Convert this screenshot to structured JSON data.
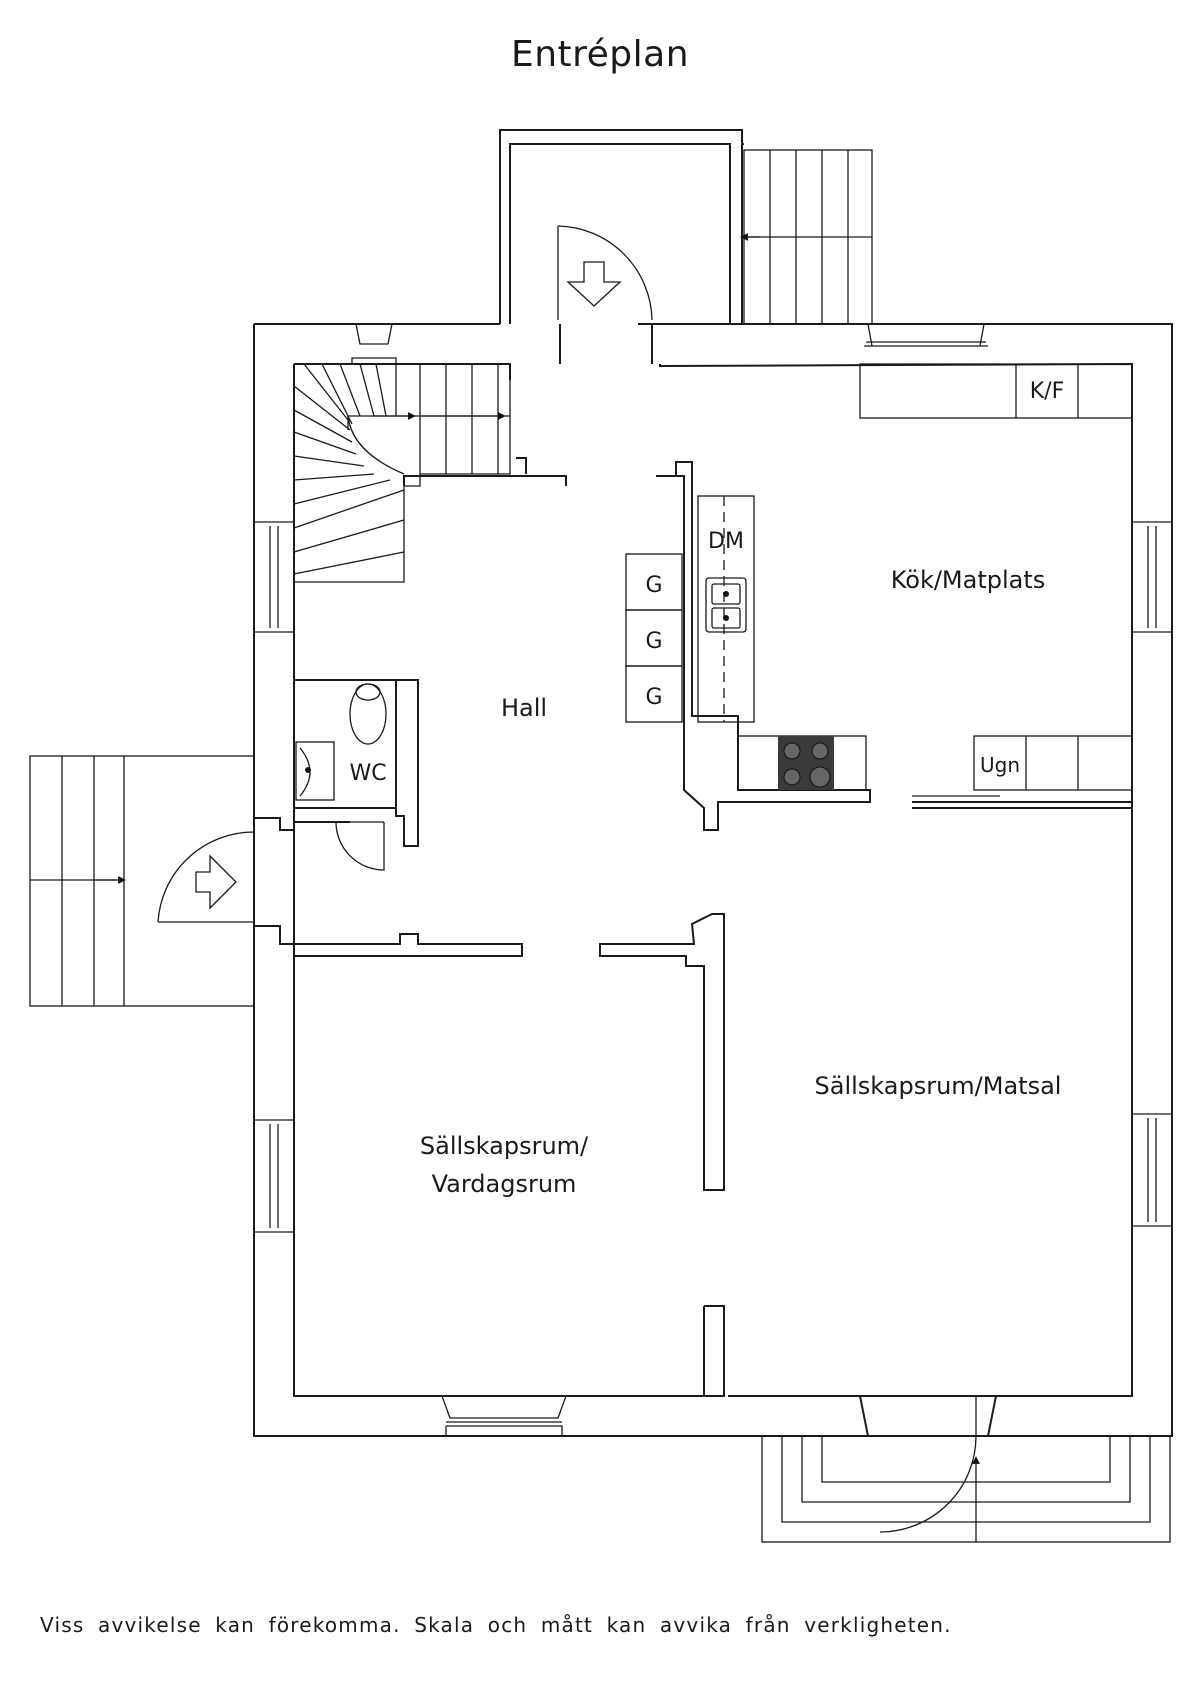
{
  "title": "Entréplan",
  "footer": "Viss avvikelse kan förekomma. Skala och mått kan avvika från verkligheten.",
  "rooms": {
    "hall": "Hall",
    "kitchen": "Kök/Matplats",
    "dining": "Sällskapsrum/Matsal",
    "living_line1": "Sällskapsrum/",
    "living_line2": "Vardagsrum",
    "wc": "WC"
  },
  "fixtures": {
    "fridge_freezer": "K/F",
    "dishwasher": "DM",
    "wardrobe": "G",
    "oven": "Ugn"
  }
}
